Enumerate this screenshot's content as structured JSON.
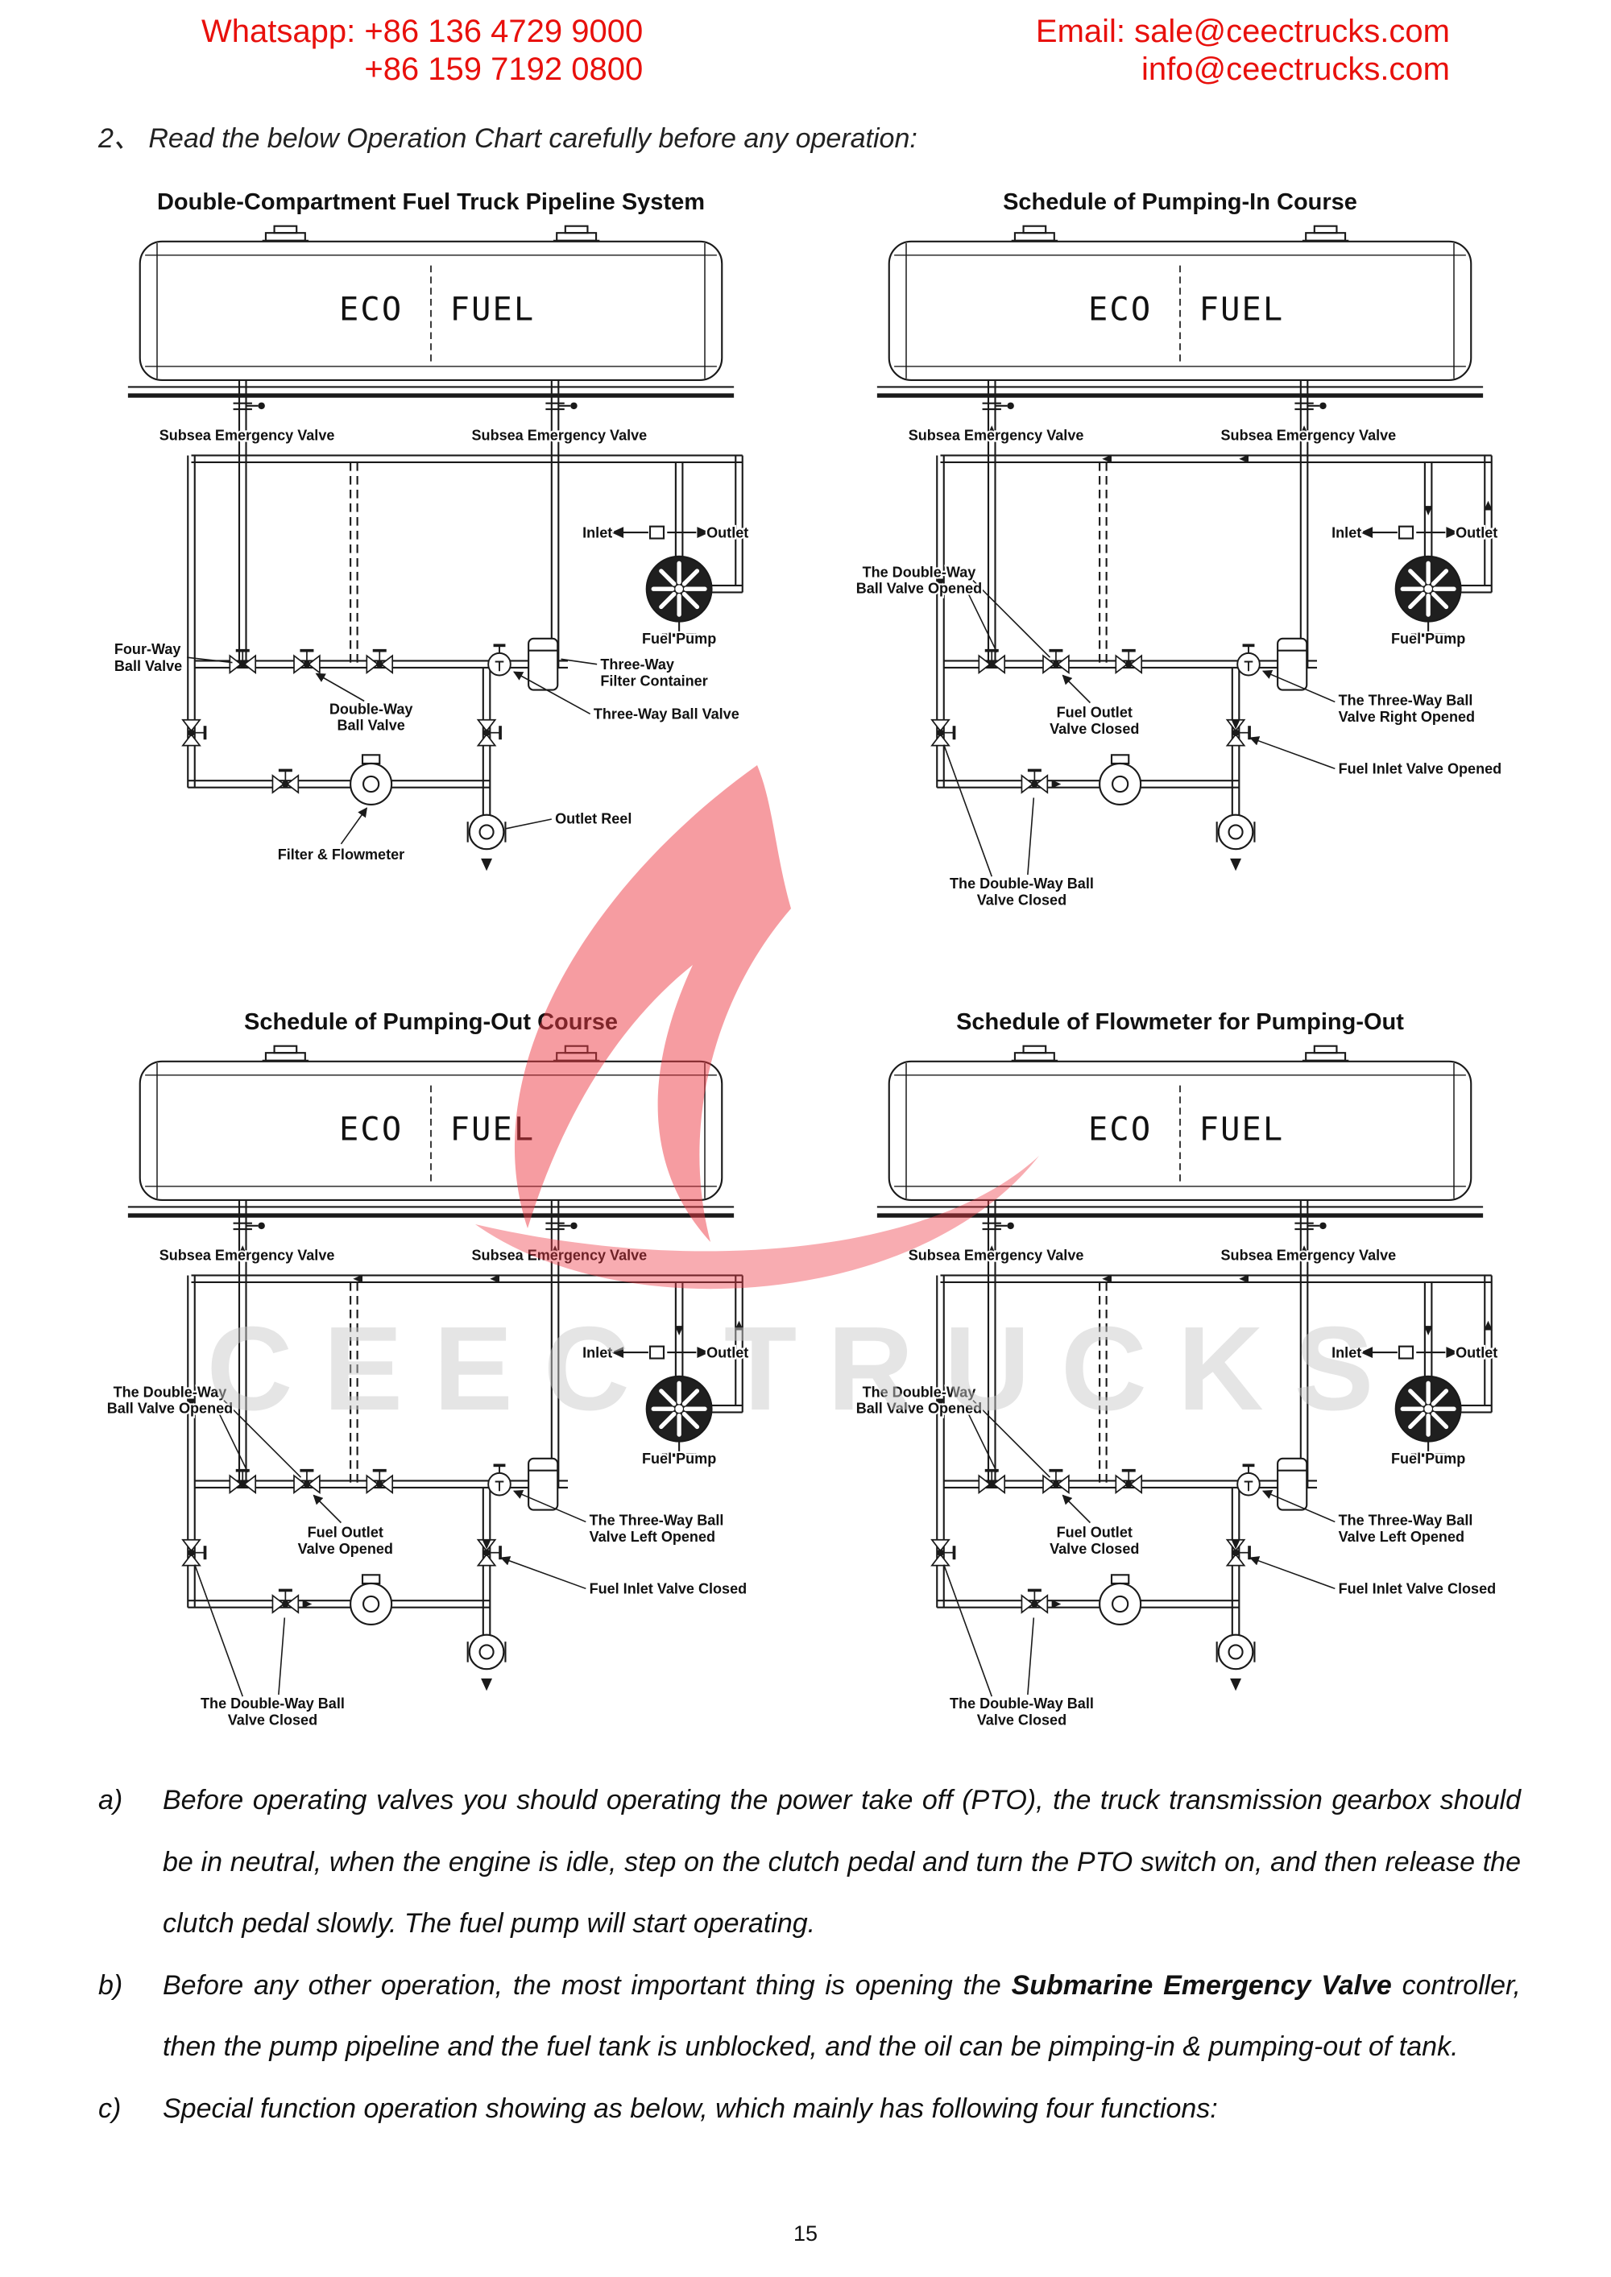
{
  "header": {
    "whatsapp_line1": "Whatsapp: +86 136 4729 9000",
    "whatsapp_line2": "+86 159 7192 0800",
    "email_line1": "Email: sale@ceectrucks.com",
    "email_line2": "info@ceectrucks.com"
  },
  "intro": "2、 Read the below Operation Chart carefully before any operation:",
  "tank": {
    "left": "ECO",
    "right": "FUEL"
  },
  "common_labels": {
    "subsea": "Subsea Emergency Valve",
    "inlet": "Inlet",
    "outlet": "Outlet",
    "fuel_pump": "Fuel Pump"
  },
  "diagrams": {
    "d1": {
      "title": "Double-Compartment Fuel Truck Pipeline System",
      "four_way_1": "Four-Way",
      "four_way_2": "Ball Valve",
      "double_way_1": "Double-Way",
      "double_way_2": "Ball Valve",
      "three_way_filter_1": "Three-Way",
      "three_way_filter_2": "Filter Container",
      "three_way_ball": "Three-Way Ball Valve",
      "filter_flowmeter": "Filter & Flowmeter",
      "outlet_reel": "Outlet Reel"
    },
    "d2": {
      "title": "Schedule of Pumping-In Course",
      "dw_opened_1": "The Double-Way",
      "dw_opened_2": "Ball Valve Opened",
      "fuel_outlet_1": "Fuel Outlet",
      "fuel_outlet_2": "Valve Closed",
      "three_way_1": "The Three-Way Ball",
      "three_way_2": "Valve Right Opened",
      "fuel_inlet": "Fuel Inlet Valve Opened",
      "dw_closed_1": "The Double-Way Ball",
      "dw_closed_2": "Valve Closed"
    },
    "d3": {
      "title": "Schedule of Pumping-Out Course",
      "dw_opened_1": "The Double-Way",
      "dw_opened_2": "Ball Valve Opened",
      "fuel_outlet_1": "Fuel Outlet",
      "fuel_outlet_2": "Valve Opened",
      "three_way_1": "The Three-Way Ball",
      "three_way_2": "Valve Left Opened",
      "fuel_inlet": "Fuel Inlet Valve Closed",
      "dw_closed_1": "The Double-Way Ball",
      "dw_closed_2": "Valve Closed"
    },
    "d4": {
      "title": "Schedule of Flowmeter for Pumping-Out",
      "dw_opened_1": "The Double-Way",
      "dw_opened_2": "Ball Valve Opened",
      "fuel_outlet_1": "Fuel Outlet",
      "fuel_outlet_2": "Valve Closed",
      "three_way_1": "The Three-Way Ball",
      "three_way_2": "Valve Left Opened",
      "fuel_inlet": "Fuel Inlet Valve Closed",
      "dw_closed_1": "The Double-Way Ball",
      "dw_closed_2": "Valve Closed"
    }
  },
  "paragraphs": {
    "a_label": "a)",
    "a_text": "Before operating valves you should operating the power take off (PTO), the truck transmission gearbox should be in neutral, when the engine is idle, step on the clutch pedal and turn the PTO switch on, and then release the clutch pedal slowly. The fuel pump will start operating.",
    "b_label": "b)",
    "b_pre": "Before any other operation, the most important thing is opening the ",
    "b_bold": "Submarine Emergency Valve",
    "b_post": " controller, then the pump pipeline and the fuel tank is unblocked, and the oil can be pimping-in & pumping-out of tank.",
    "c_label": "c)",
    "c_text": "Special function operation showing as below, which mainly has following four functions:"
  },
  "watermark": "CEEC TRUCKS",
  "page_number": "15",
  "colors": {
    "header_red": "#e8100c",
    "watermark_red": "#ee3a44",
    "watermark_gray": "#c9c9c9",
    "ink": "#1a1a1a"
  }
}
